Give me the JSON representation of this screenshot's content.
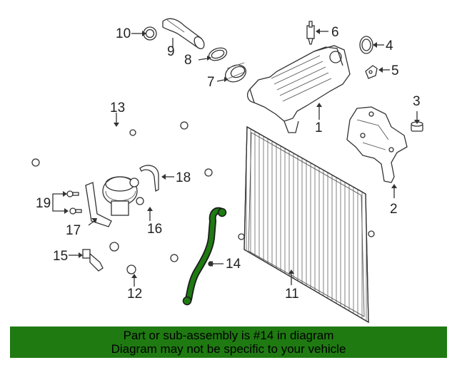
{
  "callouts": [
    "1",
    "2",
    "3",
    "4",
    "5",
    "6",
    "7",
    "8",
    "9",
    "10",
    "11",
    "12",
    "13",
    "14",
    "15",
    "16",
    "17",
    "18",
    "19"
  ],
  "highlight_color": "#1f7a12",
  "banner": {
    "line1": "Part or sub-assembly is #14 in diagram",
    "line2": "Diagram may not be specific to your vehicle"
  }
}
